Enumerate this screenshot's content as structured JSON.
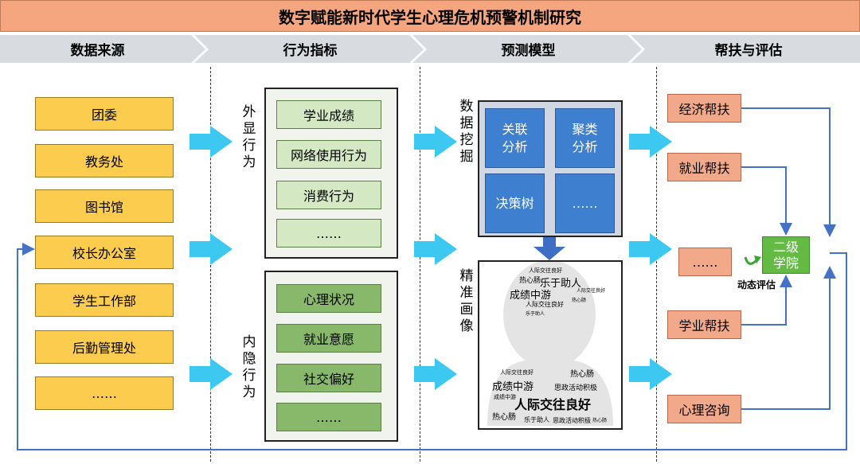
{
  "title": "数字赋能新时代学生心理危机预警机制研究",
  "stages": [
    "数据来源",
    "行为指标",
    "预测模型",
    "帮扶与评估"
  ],
  "sources": [
    "团委",
    "教务处",
    "图书馆",
    "校长办公室",
    "学生工作部",
    "后勤管理处",
    "……"
  ],
  "explicit_label": "外显行为",
  "explicit_items": [
    "学业成绩",
    "网络使用行为",
    "消费行为",
    "……"
  ],
  "implicit_label": "内隐行为",
  "implicit_items": [
    "心理状况",
    "就业意愿",
    "社交偏好",
    "……"
  ],
  "mining_label": "数据挖掘",
  "mining_items": [
    "关联\n分析",
    "聚类\n分析",
    "决策树",
    "……"
  ],
  "profile_label": "精准画像",
  "word_cloud": {
    "head": [
      "人际交往良好",
      "热心肠",
      "乐于助人",
      "人际交往良好",
      "成绩中游",
      "人际交往良好",
      "热心肠",
      "乐于助人"
    ],
    "body": [
      "人际交往良好",
      "热心肠",
      "成绩中游",
      "思政活动积极",
      "成绩中游",
      "人际交往良好",
      "热心肠",
      "乐于助人",
      "思政活动积极",
      "热心肠"
    ]
  },
  "help_items": [
    "经济帮扶",
    "就业帮扶",
    "……",
    "学业帮扶",
    "心理咨询"
  ],
  "college": [
    "二级",
    "学院"
  ],
  "dynamic_eval": "动态评估",
  "colors": {
    "title_bg": "#f5a67e",
    "source": "#fbcc4e",
    "arrow": "#3cc8f0",
    "model": "#3f7fd0",
    "help": "#f2a98a",
    "college": "#63bb44",
    "line": "#4472c4"
  }
}
